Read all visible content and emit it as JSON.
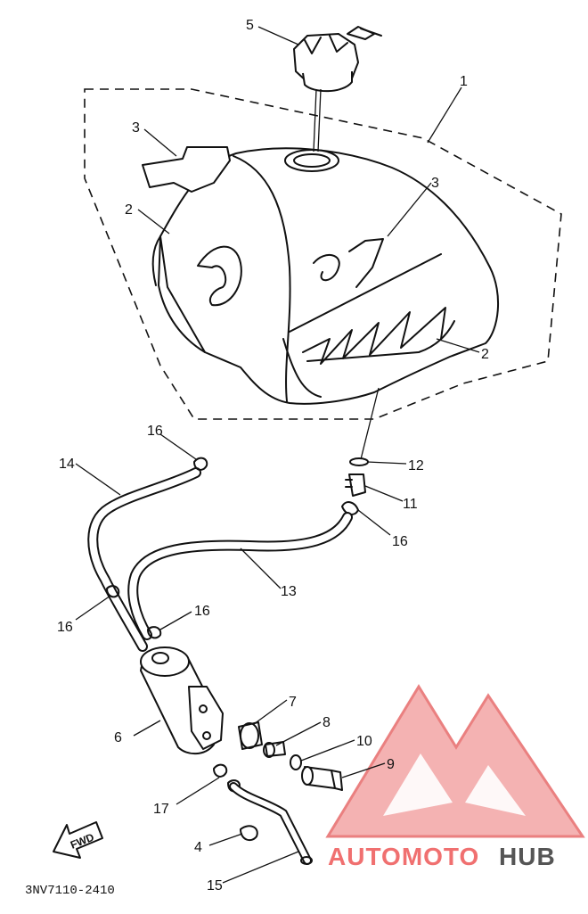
{
  "diagram": {
    "code": "3NV7110-2410",
    "forward_label": "FWD",
    "logo": {
      "word_a": "AUTOMOTO",
      "word_b": "HUB",
      "color_a": "#f07070",
      "color_b": "#555555"
    },
    "colors": {
      "ink": "#111111",
      "paper": "#ffffff"
    },
    "callouts": {
      "c1": "1",
      "c2a": "2",
      "c2b": "2",
      "c3a": "3",
      "c3b": "3",
      "c4": "4",
      "c5": "5",
      "c6": "6",
      "c7": "7",
      "c8": "8",
      "c9": "9",
      "c10": "10",
      "c11": "11",
      "c12": "12",
      "c13": "13",
      "c14": "14",
      "c15": "15",
      "c16a": "16",
      "c16b": "16",
      "c16c": "16",
      "c16d": "16",
      "c17": "17"
    }
  }
}
